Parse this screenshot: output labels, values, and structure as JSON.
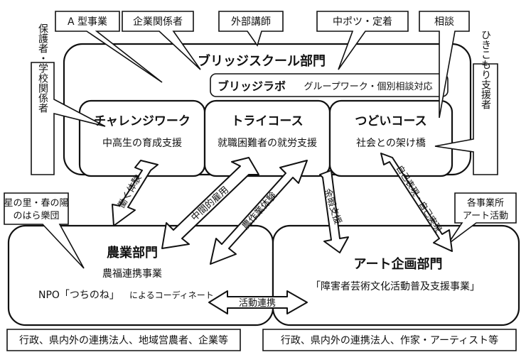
{
  "diagram": {
    "callouts_top": {
      "a_type": "A 型事業",
      "company": "企業関係者",
      "lecturer": "外部講師",
      "nakapotsu": "中ポツ・定着",
      "soudan": "相談"
    },
    "guardian": "保護者・学校関係者",
    "hikikomori": "ひきこもり支援者",
    "hoshinosato": [
      "星の里・春の陽",
      "のはら樂団"
    ],
    "art_offices": [
      "各事業所",
      "アート活動"
    ],
    "bridge_school": "ブリッジスクール部門",
    "bridge_lab": {
      "title": "ブリッジラボ",
      "subtitle": "グループワーク・個別相談対応"
    },
    "challenge": {
      "title": "チャレンジワーク",
      "subtitle": "中高生の育成支援"
    },
    "try_course": {
      "title": "トライコース",
      "subtitle": "就職困難者の就労支援"
    },
    "tsudoi": {
      "title": "つどいコース",
      "subtitle": "社会との架け橋"
    },
    "agri": {
      "title": "農業部門",
      "line1": "農福連携事業",
      "line2a": "NPO「つちのね」",
      "line2b": "によるコーディネート"
    },
    "art": {
      "title": "アート企画部門",
      "subtitle": "「障害者芸術文化活動普及支援事業」"
    },
    "arrows": {
      "hataraku": "働く体験",
      "chukan": "中間的雇用",
      "nousagyo": "農作業体験",
      "yoka": "余暇支援",
      "jiko": "自己表現・自己実現",
      "katsudo": "活動連携"
    },
    "bottom_left": "行政、県内外の連携法人、地域営農者、企業等",
    "bottom_right": "行政、県内外の連携法人、作家・アーティスト等"
  }
}
